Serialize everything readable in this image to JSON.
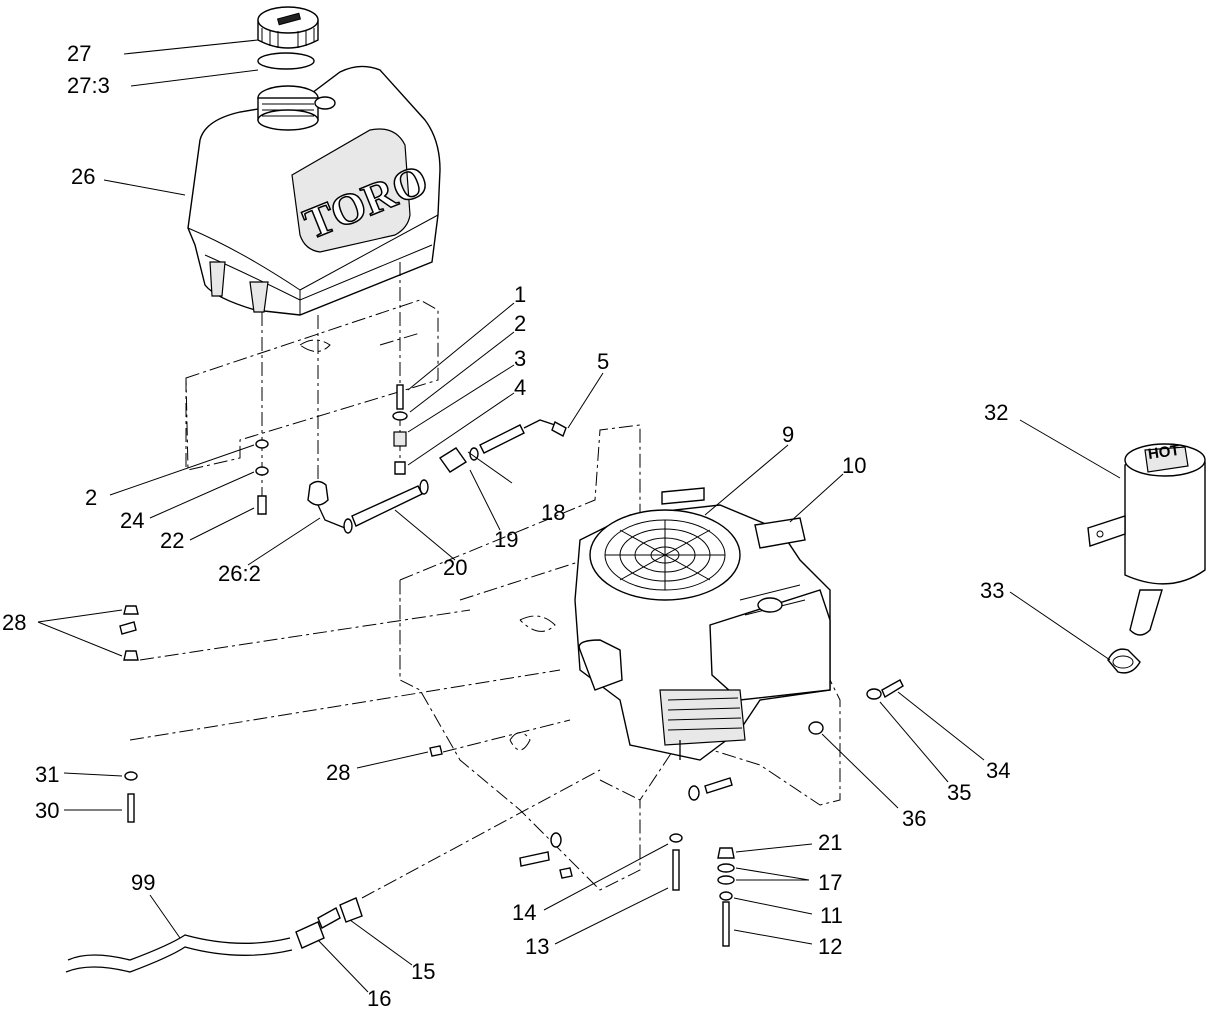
{
  "diagram": {
    "brand_text": "TORO",
    "muffler_label": "HOT",
    "callouts": {
      "c1": "1",
      "c2a": "2",
      "c2b": "2",
      "c3": "3",
      "c4": "4",
      "c5": "5",
      "c9": "9",
      "c10": "10",
      "c11": "11",
      "c12": "12",
      "c13": "13",
      "c14": "14",
      "c15": "15",
      "c16": "16",
      "c17": "17",
      "c18": "18",
      "c19": "19",
      "c20": "20",
      "c21": "21",
      "c22": "22",
      "c24": "24",
      "c26": "26",
      "c26_2": "26:2",
      "c27": "27",
      "c27_3": "27:3",
      "c28a": "28",
      "c28b": "28",
      "c30": "30",
      "c31": "31",
      "c32": "32",
      "c33": "33",
      "c34": "34",
      "c35": "35",
      "c36": "36",
      "c99": "99"
    }
  }
}
